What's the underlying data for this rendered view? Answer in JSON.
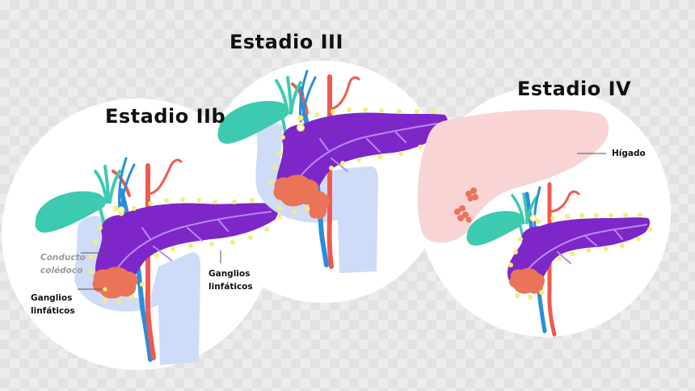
{
  "stages": [
    {
      "title": "Estadio IIb"
    },
    {
      "title": "Estadio III"
    },
    {
      "title": "Estadio IV"
    }
  ],
  "labels": {
    "conducto": [
      "Conducto",
      "colédoco"
    ],
    "ganglios_left": [
      "Ganglios",
      "linfáticos"
    ],
    "ganglios_mid": [
      "Ganglios",
      "linfáticos"
    ],
    "higado": "Hígado"
  },
  "colors": {
    "pancreas": "#7d27c8",
    "pancreas_vein": "#b98aee",
    "gallbladder": "#3ecab0",
    "lymph_node": "#f6ec79",
    "tumor": "#ea7458",
    "artery": "#f05a4e",
    "vein": "#2a8ddb",
    "duodenum": "#cfdcf8",
    "liver": "#f9d4d4",
    "bubble": "#ffffff"
  }
}
